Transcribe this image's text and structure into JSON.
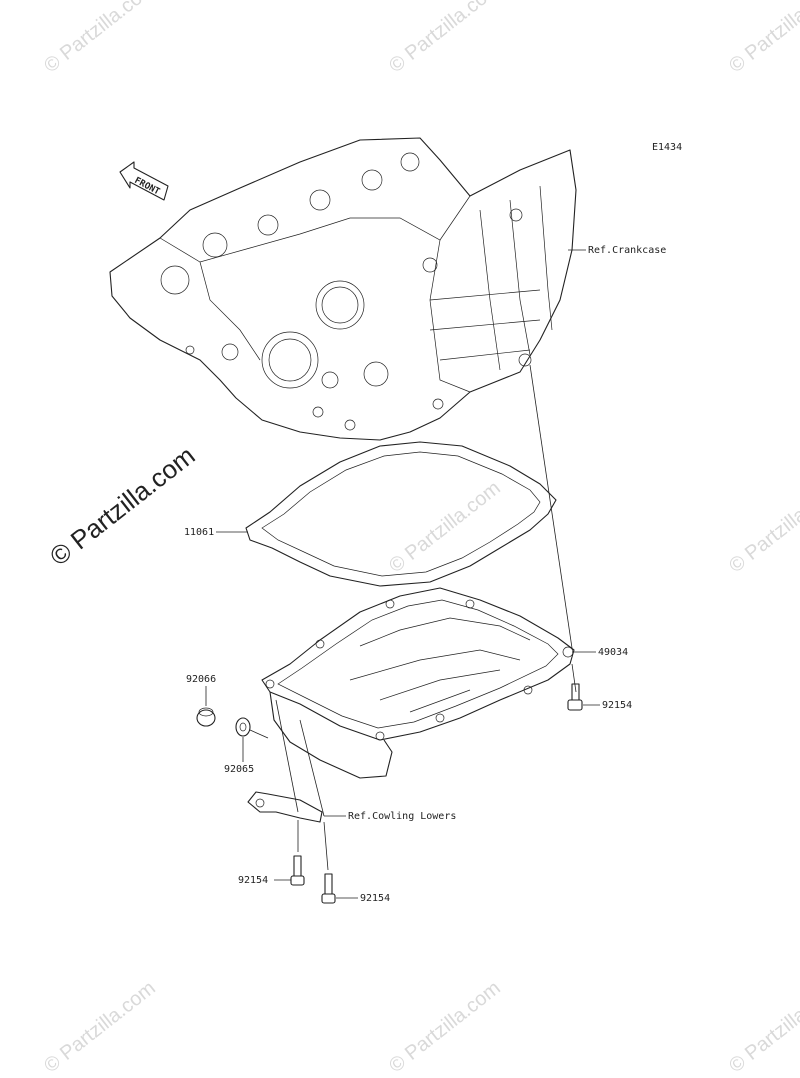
{
  "diagram_id": "E1434",
  "front_label": "FRONT",
  "watermark_main": "© Partzilla.com",
  "watermark_faint": "© Partzilla.com",
  "callouts": {
    "crankcase": "Ref.Crankcase",
    "gasket": "11061",
    "pan_plug_bolt": "49034",
    "bolt_right": "92154",
    "drain_plug": "92066",
    "washer": "92065",
    "cowling": "Ref.Cowling Lowers",
    "bolt_left": "92154",
    "bolt_bottom": "92154"
  }
}
